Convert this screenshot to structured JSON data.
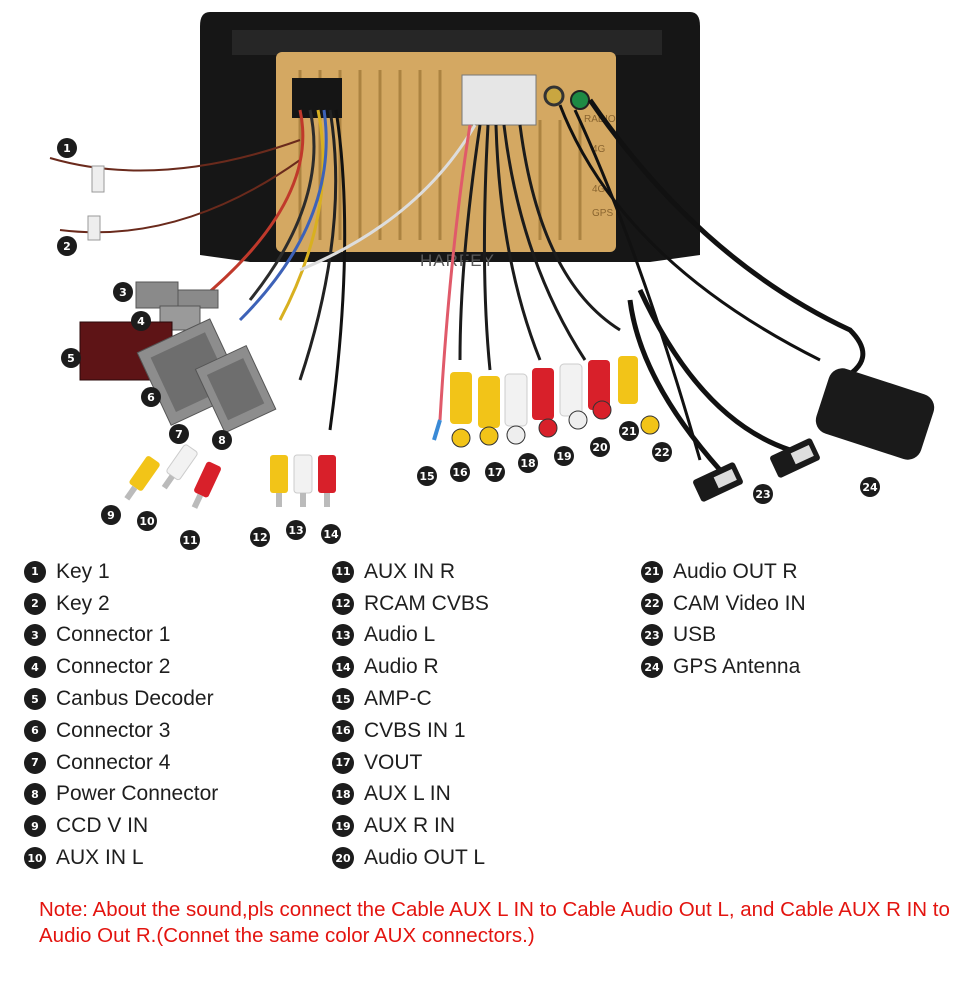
{
  "diagram": {
    "watermark": "HARFEY",
    "board_labels": [
      "RADIO",
      "4G",
      "4G",
      "GPS"
    ]
  },
  "legend": [
    {
      "num": "1",
      "label": "Key 1"
    },
    {
      "num": "2",
      "label": "Key 2"
    },
    {
      "num": "3",
      "label": "Connector 1"
    },
    {
      "num": "4",
      "label": "Connector 2"
    },
    {
      "num": "5",
      "label": "Canbus Decoder"
    },
    {
      "num": "6",
      "label": "Connector 3"
    },
    {
      "num": "7",
      "label": "Connector 4"
    },
    {
      "num": "8",
      "label": "Power Connector"
    },
    {
      "num": "9",
      "label": "CCD V IN"
    },
    {
      "num": "10",
      "label": "AUX IN L"
    },
    {
      "num": "11",
      "label": "AUX IN R"
    },
    {
      "num": "12",
      "label": "RCAM CVBS"
    },
    {
      "num": "13",
      "label": "Audio L"
    },
    {
      "num": "14",
      "label": "Audio R"
    },
    {
      "num": "15",
      "label": "AMP-C"
    },
    {
      "num": "16",
      "label": "CVBS IN 1"
    },
    {
      "num": "17",
      "label": "VOUT"
    },
    {
      "num": "18",
      "label": "AUX L IN"
    },
    {
      "num": "19",
      "label": "AUX R IN"
    },
    {
      "num": "20",
      "label": "Audio OUT L"
    },
    {
      "num": "21",
      "label": "Audio OUT R"
    },
    {
      "num": "22",
      "label": "CAM Video IN"
    },
    {
      "num": "23",
      "label": "USB"
    },
    {
      "num": "24",
      "label": "GPS Antenna"
    }
  ],
  "note": "Note: About the sound,pls connect the Cable AUX L IN to Cable Audio Out L, and Cable AUX R IN to  Audio Out R.(Connet the same color AUX connectors.)",
  "colors": {
    "badge": "#1c1c1c",
    "note_text": "#e3140f",
    "pcb": "#d4a862",
    "rca_red": "#d8202a",
    "rca_yellow": "#f2c418",
    "rca_white": "#f2f2f2",
    "connector_gray": "#8a8a8a",
    "decoder": "#5e1416"
  }
}
